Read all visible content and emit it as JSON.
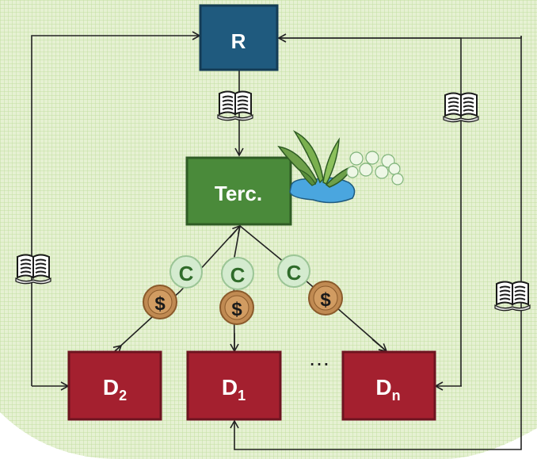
{
  "nodes": {
    "regulator": {
      "label": "R"
    },
    "third_party": {
      "label": "Terc."
    },
    "d2": {
      "label": "D",
      "subscript": "2"
    },
    "d1": {
      "label": "D",
      "subscript": "1"
    },
    "dn": {
      "label": "D",
      "subscript": "n"
    }
  },
  "ellipsis": "…",
  "coins": {
    "c_label": "C",
    "dollar_label": "$"
  },
  "colors": {
    "background_grid": "#d2e7b6",
    "regulator_fill": "#1f5a7e",
    "third_party_fill": "#4a8a3a",
    "d_fill": "#a4202f",
    "c_coin": "#d4ebcf",
    "dollar_coin": "#c08a52"
  },
  "icons": {
    "report": "open-book-icon",
    "ecosystem": "aquatic-plant-icon"
  }
}
